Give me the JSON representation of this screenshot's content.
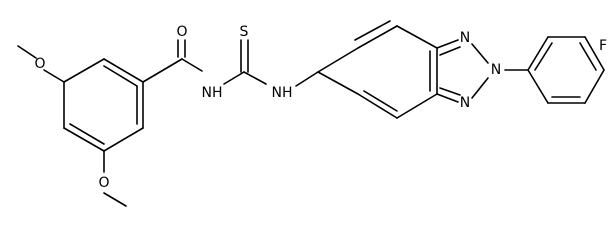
{
  "structure": {
    "atoms": {
      "O_carbonyl": "O",
      "S_thio": "S",
      "NH_amide": "NH",
      "NH_aryl": "NH",
      "N1": "N",
      "N2": "N",
      "N3": "N",
      "F": "F",
      "O_methoxy_top": "O",
      "O_methoxy_bottom": "O"
    }
  }
}
